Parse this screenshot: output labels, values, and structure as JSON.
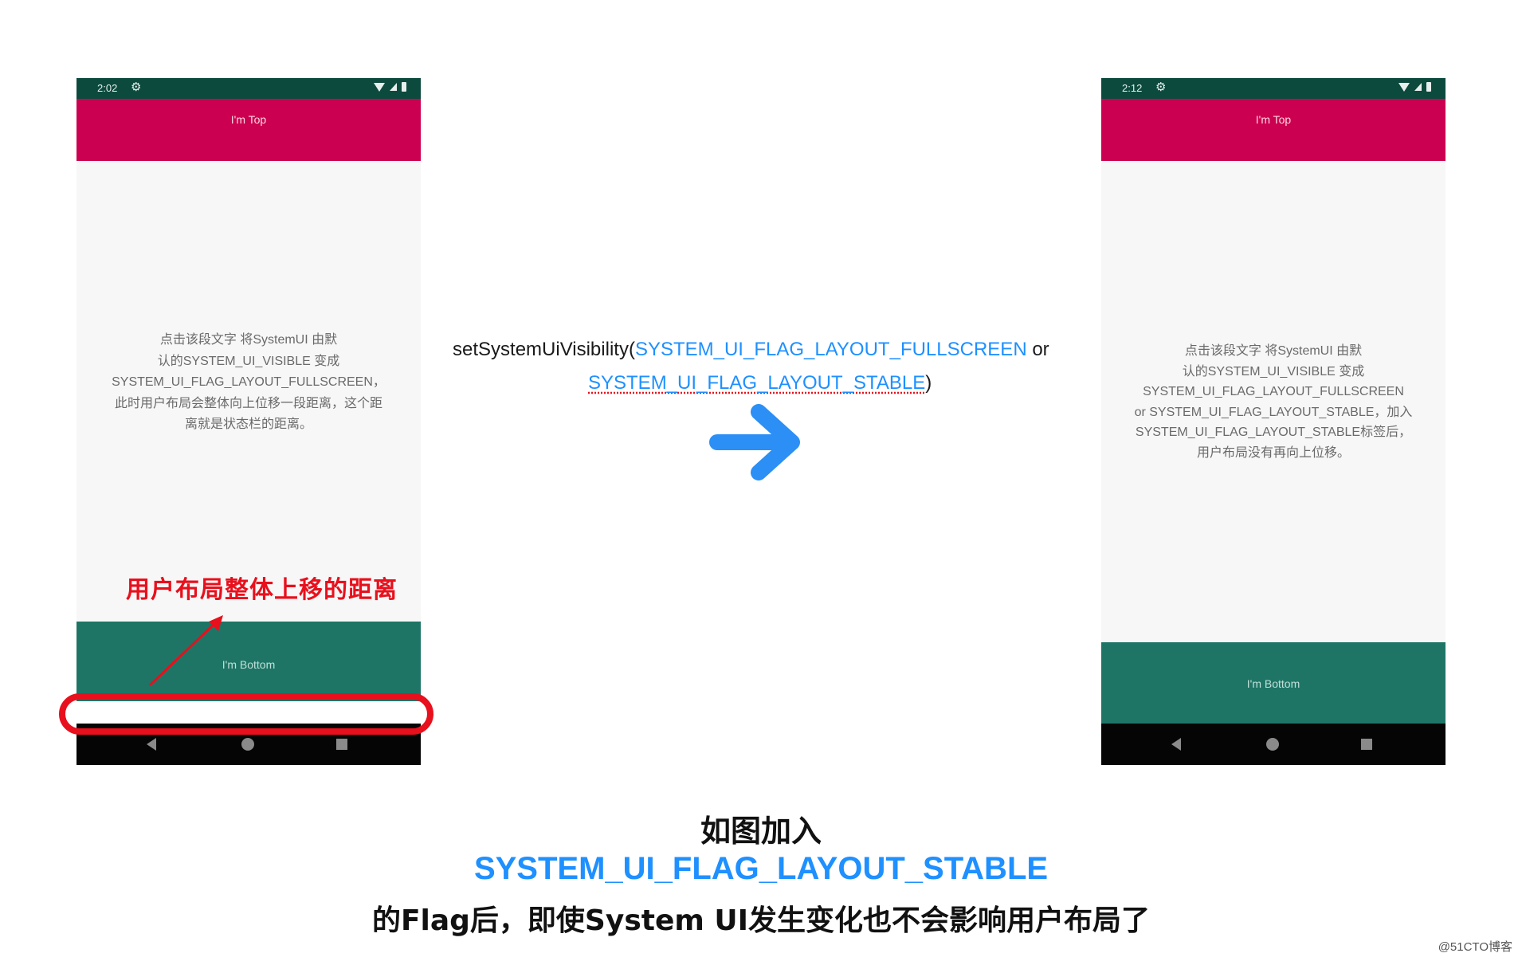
{
  "left_phone": {
    "time": "2:02",
    "top_label": "I'm Top",
    "body_lines": [
      "点击该段文字 将SystemUI 由默",
      "认的SYSTEM_UI_VISIBLE 变成",
      "SYSTEM_UI_FLAG_LAYOUT_FULLSCREEN，",
      "此时用户布局会整体向上位移一段距离，这个距",
      "离就是状态栏的距离。"
    ],
    "bottom_label": "I'm Bottom",
    "annotation": "用户布局整体上移的距离"
  },
  "right_phone": {
    "time": "2:12",
    "top_label": "I'm Top",
    "body_lines": [
      "点击该段文字 将SystemUI 由默",
      "认的SYSTEM_UI_VISIBLE 变成",
      "SYSTEM_UI_FLAG_LAYOUT_FULLSCREEN",
      "or SYSTEM_UI_FLAG_LAYOUT_STABLE，加入",
      "SYSTEM_UI_FLAG_LAYOUT_STABLE标签后，",
      "用户布局没有再向上位移。"
    ],
    "bottom_label": "I'm Bottom"
  },
  "middle": {
    "call_prefix": "setSystemUiVisibility(",
    "flag_fullscreen": "SYSTEM_UI_FLAG_LAYOUT_FULLSCREEN",
    "or_word": " or",
    "flag_stable": "SYSTEM_UI_FLAG_LAYOUT_STABLE",
    "close_paren": ")"
  },
  "caption": {
    "line1": "如图加入",
    "line2": "SYSTEM_UI_FLAG_LAYOUT_STABLE",
    "line3": "的Flag后，即使System UI发生变化也不会影响用户布局了"
  },
  "watermark": "@51CTO博客",
  "colors": {
    "status_bar": "#0c4a3e",
    "top_bar": "#cc0050",
    "bottom_bar": "#1e7566",
    "accent_blue": "#1e90ff",
    "annotation_red": "#e8101c"
  },
  "icons": [
    "gear-icon",
    "wifi-icon",
    "signal-icon",
    "battery-icon",
    "back-icon",
    "home-icon",
    "recents-icon",
    "arrow-right-icon"
  ]
}
